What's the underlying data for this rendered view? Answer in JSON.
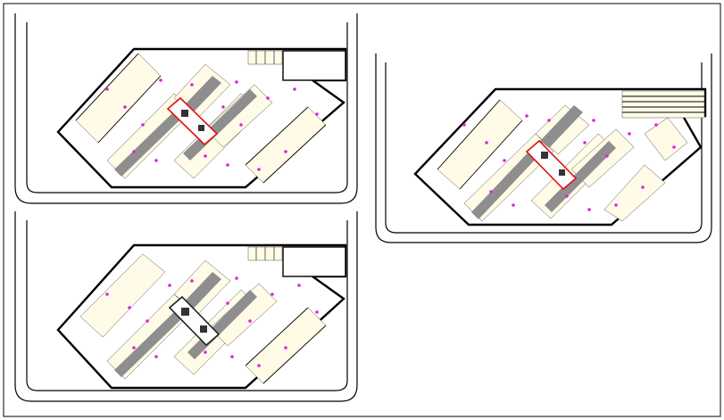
{
  "plans": [
    {
      "id": "upper-left",
      "label_text": "",
      "core_style": "red",
      "has_ramp_right": false
    },
    {
      "id": "lower-left",
      "label_text": "",
      "core_style": "dark",
      "has_ramp_right": false
    },
    {
      "id": "right",
      "label_text": "",
      "core_style": "red",
      "has_ramp_right": true
    }
  ],
  "colors": {
    "aisle": "#8e8e8e",
    "core_outline": "#e01010",
    "marker": "#e020e0",
    "bay": "#fffbe6"
  }
}
